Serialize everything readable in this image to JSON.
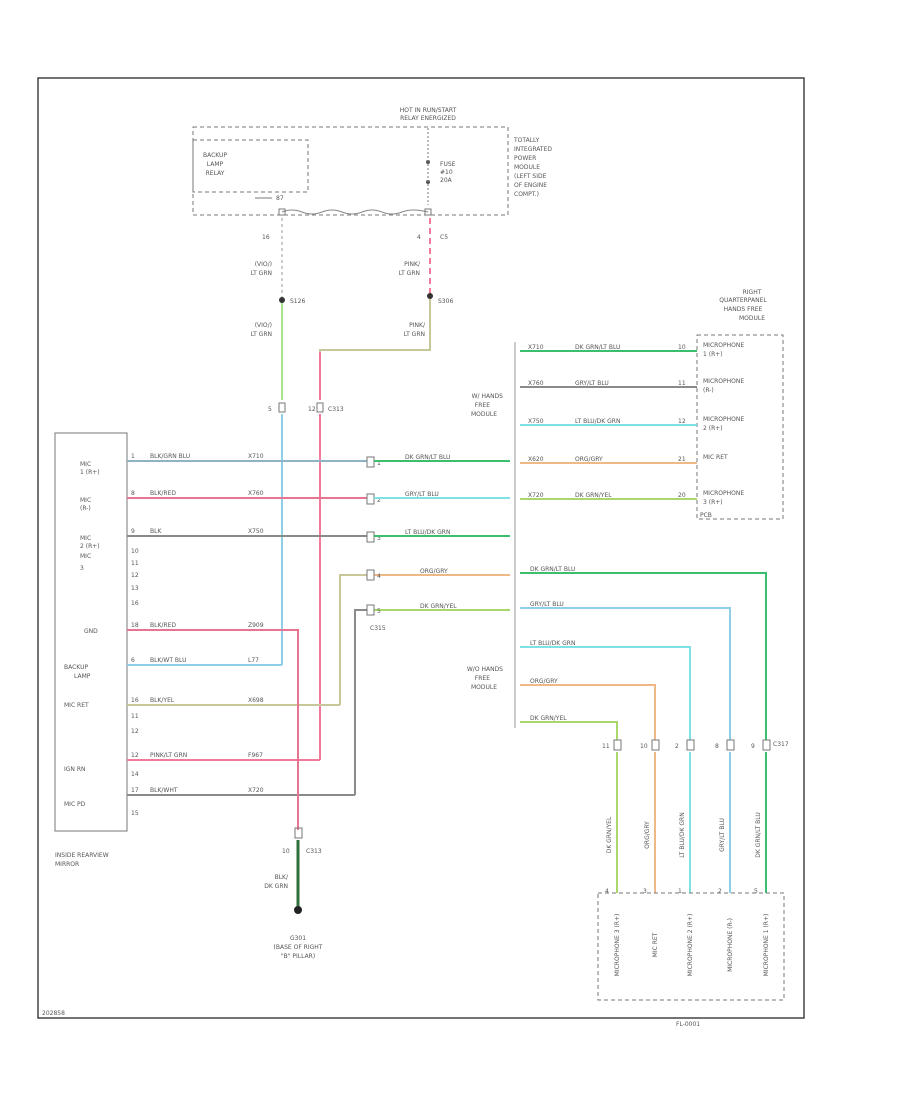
{
  "colors": {
    "frame": "#444444",
    "text": "#555555",
    "gray_wire": "#8a8a8a",
    "lt_green": "#a9e486",
    "pink": "#f27a9a",
    "blue": "#8ccfe6",
    "red_pink": "#e8748f",
    "gray_blue": "#8fb3c6",
    "tan": "#c7c79a",
    "dk_green": "#3bbf6e",
    "orange": "#f0b787",
    "yel_green": "#a9d86a",
    "black_green": "#2f6f3a",
    "cyan": "#7fe0e6"
  },
  "icons": [
    "ground-symbol",
    "splice-dot",
    "connector-pin"
  ],
  "tipm": {
    "header": [
      "HOT IN RUN/START",
      "RELAY ENERGIZED"
    ],
    "relay_label": [
      "BACKUP",
      "LAMP",
      "RELAY"
    ],
    "relay_pin": "87",
    "fuse": [
      "FUSE",
      "#10",
      "20A"
    ],
    "title": [
      "TOTALLY",
      "INTEGRATED",
      "POWER",
      "MODULE",
      "(LEFT SIDE",
      "OF ENGINE",
      "COMPT.)"
    ],
    "pin_left": "16",
    "pin_right": "4",
    "conn_right": "C5"
  },
  "upper_wires": {
    "left_code": "(VIO/)",
    "left_color": "LT GRN",
    "right_code": "PINK/",
    "right_color": "LT GRN",
    "splice_left": "S126",
    "splice_right": "S306",
    "left_code2": "(VIO/)",
    "left_color2": "LT GRN",
    "right_code2": "PINK/",
    "right_color2": "LT GRN",
    "conn_c313_pins": [
      "5",
      "12"
    ],
    "conn_c313": "C313"
  },
  "mirror": {
    "title": [
      "INSIDE REARVIEW",
      "MIRROR"
    ],
    "pin_labels": [
      "MIC",
      "1 (R+)",
      "MIC",
      "(R-)",
      "MIC",
      "2 (R+)",
      "MIC",
      "3",
      "GND",
      "BACKUP",
      "LAMP",
      "MIC RET",
      "IGN RN",
      "MIC PD"
    ],
    "rows": [
      {
        "pin": "1",
        "code": "BLK/GRN BLU",
        "circuit": "X710"
      },
      {
        "pin": "8",
        "code": "BLK/RED",
        "circuit": "X760"
      },
      {
        "pin": "9",
        "code": "BLK",
        "circuit": "X750"
      },
      {
        "pin": "18",
        "code": "BLK/RED",
        "circuit": "Z909"
      },
      {
        "pin": "6",
        "code": "BLK/WT BLU",
        "circuit": "L77"
      },
      {
        "pin": "16",
        "code": "BLK/YEL",
        "circuit": "X698"
      },
      {
        "pin": "12",
        "code": "PINK/LT GRN",
        "circuit": "F967"
      },
      {
        "pin": "17",
        "code": "BLK/WHT",
        "circuit": "X720"
      }
    ],
    "extra_pins": [
      "10",
      "11",
      "12",
      "13",
      "16",
      "11",
      "12",
      "14",
      "15"
    ]
  },
  "hands_free_upper": {
    "label": [
      "W/ HANDS",
      "FREE",
      "MODULE"
    ],
    "conn_pins": [
      "1",
      "2",
      "3"
    ],
    "wires": [
      {
        "code": "DK GRN/LT BLU"
      },
      {
        "code": "GRY/LT BLU"
      },
      {
        "code": "LT BLU/DK GRN"
      }
    ]
  },
  "mirror_mid_wires": {
    "c315_pins": [
      "4",
      "5"
    ],
    "c315": "C315",
    "wires": [
      {
        "code": "ORG/GRY"
      },
      {
        "code": "DK GRN/YEL"
      }
    ]
  },
  "hfm_module": {
    "title": [
      "RIGHT",
      "QUARTERPANEL",
      "HANDS FREE",
      "MODULE"
    ],
    "pins": [
      {
        "label": [
          "MICROPHONE",
          "1 (R+)"
        ],
        "code": "DK GRN/LT BLU",
        "circuit": "X710",
        "num": "10"
      },
      {
        "label": [
          "MICROPHONE",
          "(R-)"
        ],
        "code": "GRY/LT BLU",
        "circuit": "X760",
        "num": "11"
      },
      {
        "label": [
          "MICROPHONE",
          "2 (R+)"
        ],
        "code": "LT BLU/DK GRN",
        "circuit": "X750",
        "num": "12"
      },
      {
        "label": [
          "MIC RET"
        ],
        "code": "ORG/GRY",
        "circuit": "X620",
        "num": "21"
      },
      {
        "label": [
          "MICROPHONE",
          "3 (R+)"
        ],
        "code": "DK GRN/YEL",
        "circuit": "X720",
        "num": "20"
      }
    ],
    "side": "PCB"
  },
  "hands_free_lower": {
    "label": [
      "W/O HANDS",
      "FREE",
      "MODULE"
    ],
    "wires": [
      {
        "code": "DK GRN/LT BLU"
      },
      {
        "code": "GRY/LT BLU"
      },
      {
        "code": "LT BLU/DK GRN"
      },
      {
        "code": "ORG/GRY"
      },
      {
        "code": "DK GRN/YEL"
      }
    ],
    "conn_pins": [
      "11",
      "10",
      "2",
      "8",
      "9"
    ],
    "conn": "C317"
  },
  "mic_connector": {
    "vertical_codes": [
      "DK GRN/YEL",
      "ORG/GRY",
      "LT BLU/DK GRN",
      "GRY/LT BLU",
      "DK GRN/LT BLU"
    ],
    "pins": [
      "4",
      "3",
      "1",
      "2",
      "5"
    ],
    "labels": [
      "MICROPHONE 3 (R+)",
      "MIC RET",
      "MICROPHONE 2 (R+)",
      "MICROPHONE (R-)",
      "MICROPHONE 1 (R+)"
    ]
  },
  "ground": {
    "conn_pin": "10",
    "conn": "C313",
    "wire_code": "BLK/",
    "wire_color": "DK GRN",
    "name": "G301",
    "location": [
      "(BASE OF RIGHT",
      "\"B\" PILLAR)"
    ]
  },
  "footer": {
    "left": "202858",
    "right": "FL-0001"
  }
}
